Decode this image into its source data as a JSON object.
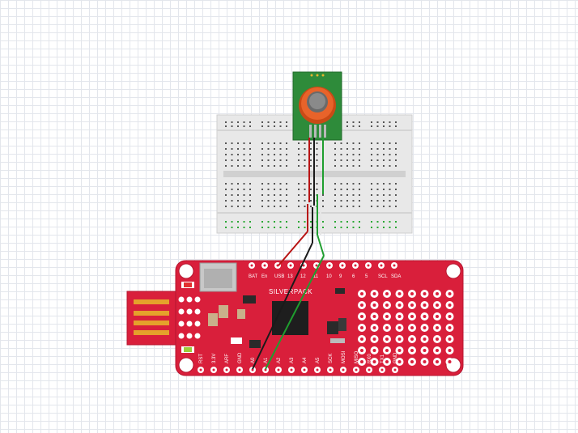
{
  "diagram": {
    "board": {
      "brand": "SILVERPACK",
      "top_pins": [
        "BAT",
        "En",
        "USB",
        "13",
        "12",
        "11",
        "10",
        "9",
        "6",
        "5",
        "SCL",
        "SDA"
      ],
      "bottom_pins": [
        "RST",
        "3.3V",
        "ARF",
        "GND",
        "A0",
        "A1",
        "A2",
        "A3",
        "A4",
        "A5",
        "SCK",
        "MOSI",
        "MISO",
        "RX0",
        "TX1",
        "GND"
      ]
    },
    "wires": [
      {
        "name": "red-wire",
        "color": "#b81414"
      },
      {
        "name": "black-wire",
        "color": "#1a1a1a"
      },
      {
        "name": "green-wire",
        "color": "#1f9e2f"
      }
    ],
    "sensor": {
      "color": "#2e8b3a",
      "cap_color": "#d6531e"
    },
    "board_color": "#d91f3b"
  }
}
